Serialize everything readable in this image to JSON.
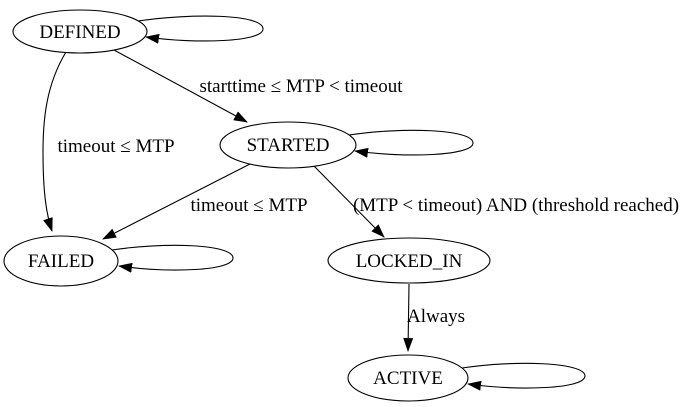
{
  "diagram": {
    "type": "state-machine",
    "colors": {
      "background": "#ffffff",
      "stroke": "#000000",
      "text": "#000000"
    },
    "nodes": [
      {
        "id": "DEFINED",
        "label": "DEFINED",
        "self_loop": true
      },
      {
        "id": "STARTED",
        "label": "STARTED",
        "self_loop": true
      },
      {
        "id": "FAILED",
        "label": "FAILED",
        "self_loop": true
      },
      {
        "id": "LOCKED_IN",
        "label": "LOCKED_IN",
        "self_loop": false
      },
      {
        "id": "ACTIVE",
        "label": "ACTIVE",
        "self_loop": true
      }
    ],
    "edges": [
      {
        "from": "DEFINED",
        "to": "STARTED",
        "label": "starttime ≤ MTP < timeout"
      },
      {
        "from": "DEFINED",
        "to": "FAILED",
        "label": "timeout ≤ MTP"
      },
      {
        "from": "STARTED",
        "to": "FAILED",
        "label": "timeout ≤ MTP"
      },
      {
        "from": "STARTED",
        "to": "LOCKED_IN",
        "label": "(MTP < timeout) AND (threshold reached)"
      },
      {
        "from": "LOCKED_IN",
        "to": "ACTIVE",
        "label": "Always"
      },
      {
        "from": "DEFINED",
        "to": "DEFINED",
        "label": ""
      },
      {
        "from": "STARTED",
        "to": "STARTED",
        "label": ""
      },
      {
        "from": "FAILED",
        "to": "FAILED",
        "label": ""
      },
      {
        "from": "ACTIVE",
        "to": "ACTIVE",
        "label": ""
      }
    ]
  }
}
